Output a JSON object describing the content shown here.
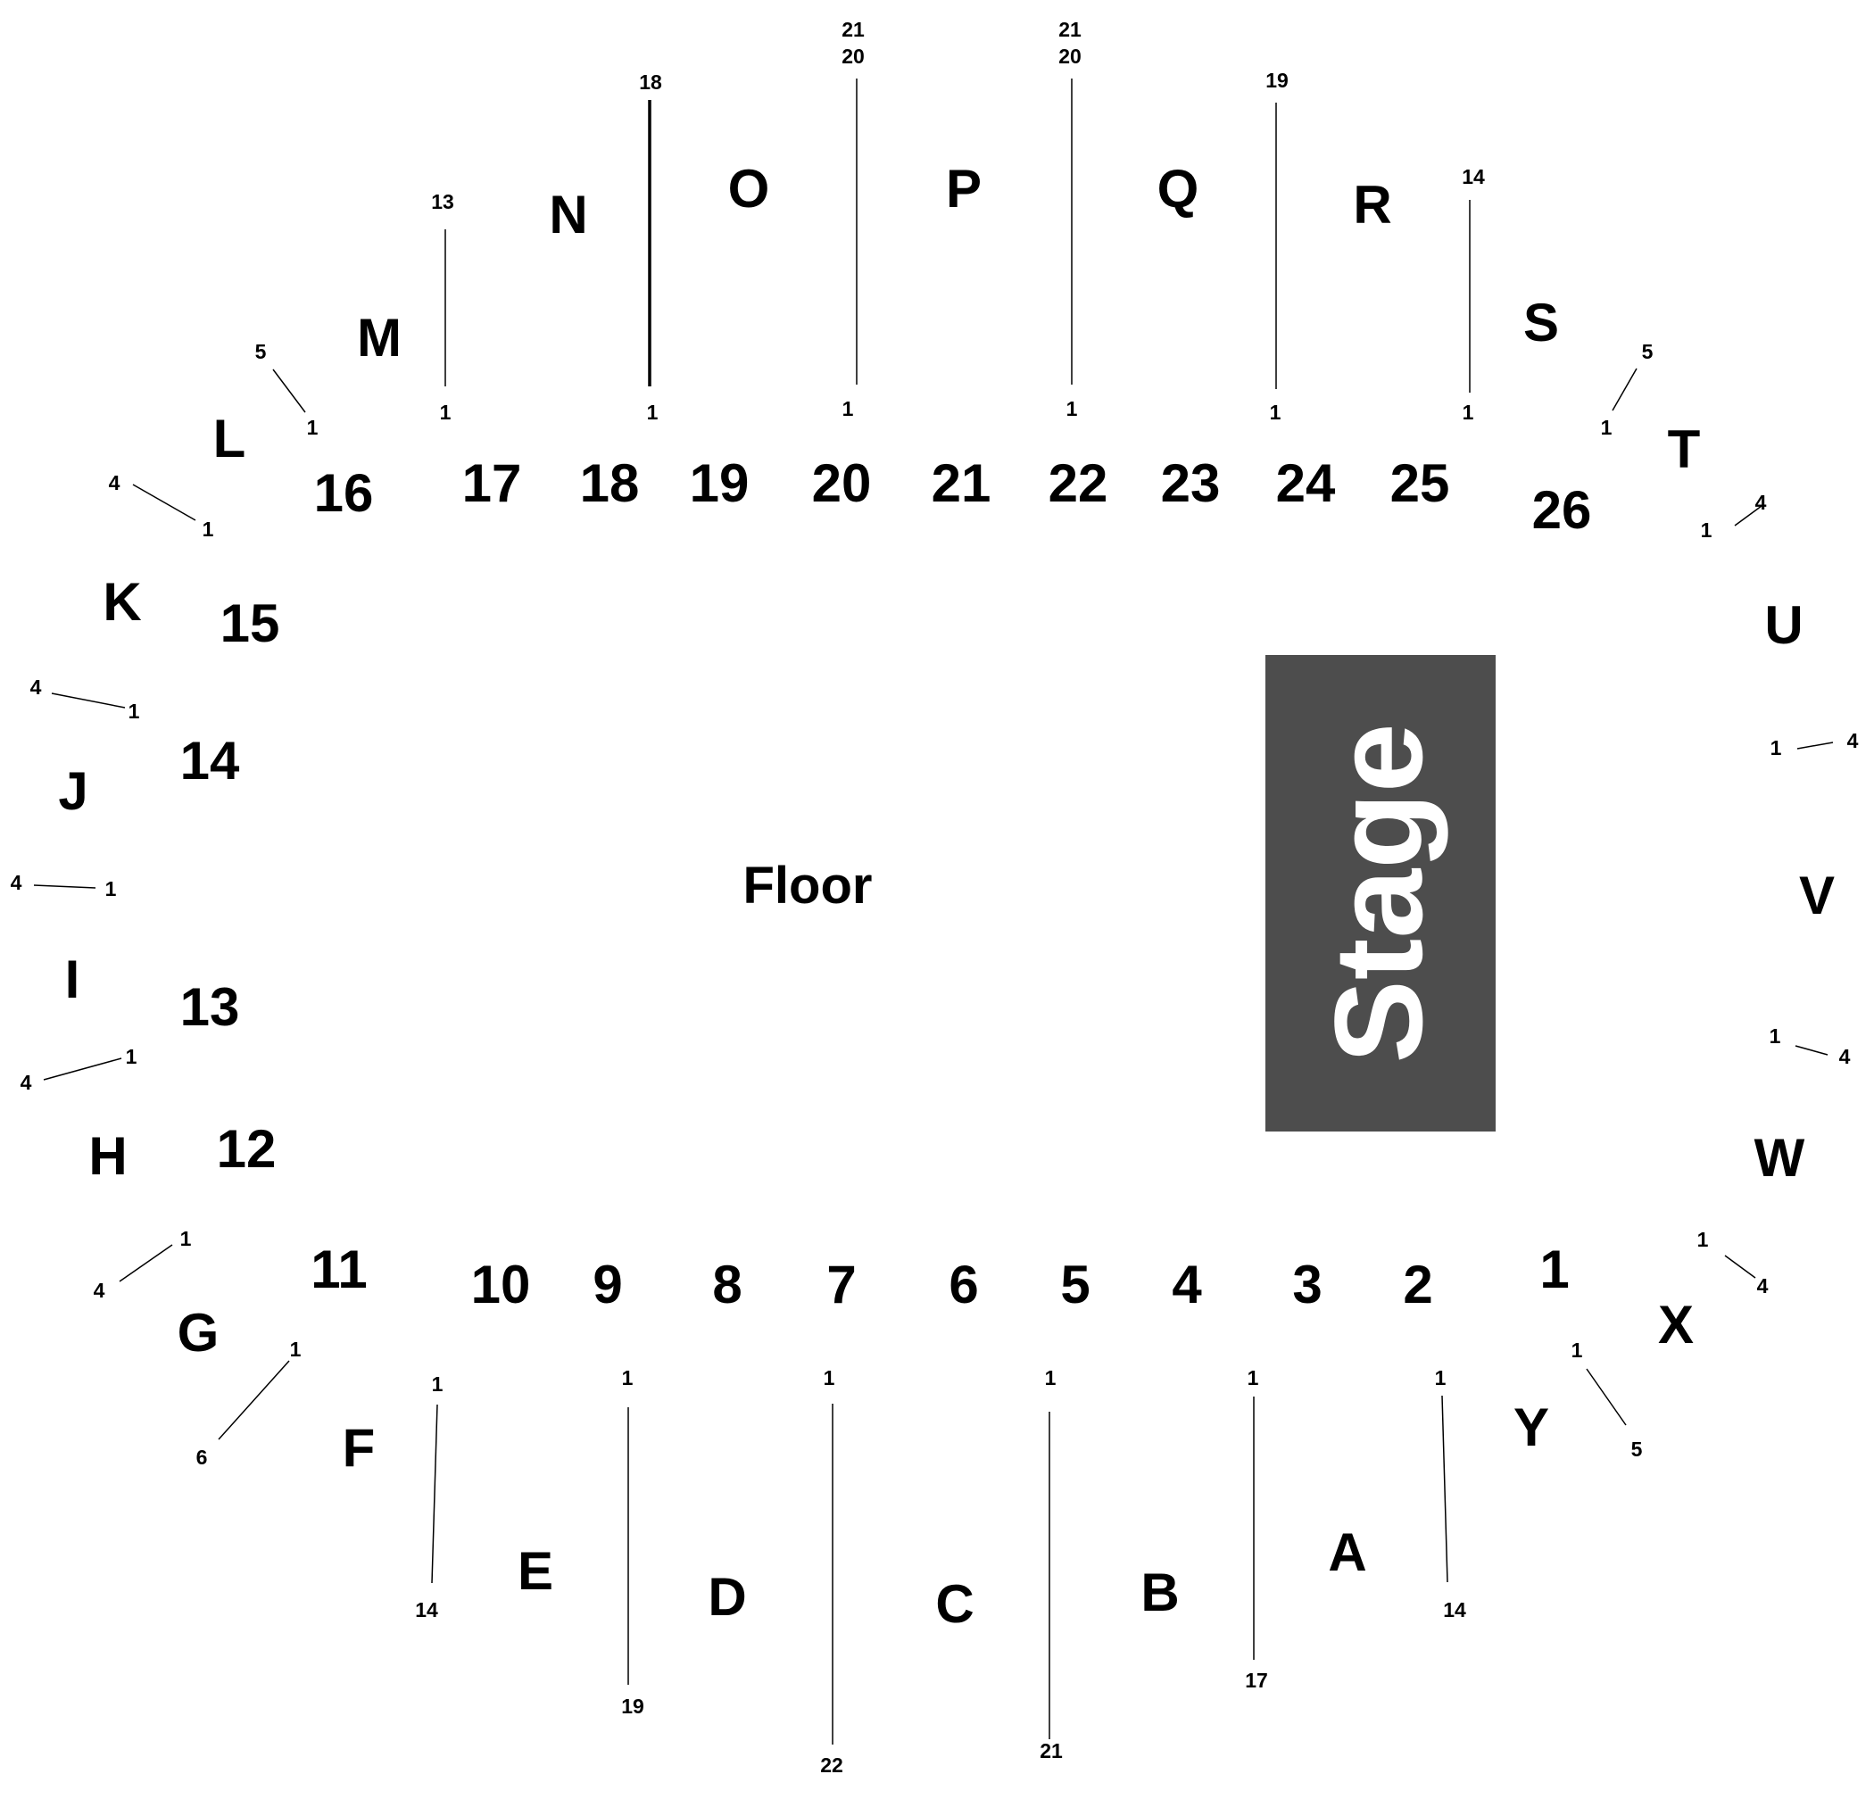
{
  "map": {
    "floor_label": "Floor",
    "stage_label": "Stage",
    "stage_color": "#4d4d4d",
    "upper_sections": {
      "A": "A",
      "B": "B",
      "C": "C",
      "D": "D",
      "E": "E",
      "F": "F",
      "G": "G",
      "H": "H",
      "I": "I",
      "J": "J",
      "K": "K",
      "L": "L",
      "M": "M",
      "N": "N",
      "O": "O",
      "P": "P",
      "Q": "Q",
      "R": "R",
      "S": "S",
      "T": "T",
      "U": "U",
      "V": "V",
      "W": "W",
      "X": "X",
      "Y": "Y"
    },
    "lower_sections": {
      "s1": "1",
      "s2": "2",
      "s3": "3",
      "s4": "4",
      "s5": "5",
      "s6": "6",
      "s7": "7",
      "s8": "8",
      "s9": "9",
      "s10": "10",
      "s11": "11",
      "s12": "12",
      "s13": "13",
      "s14": "14",
      "s15": "15",
      "s16": "16",
      "s17": "17",
      "s18": "18",
      "s19": "19",
      "s20": "20",
      "s21": "21",
      "s22": "22",
      "s23": "23",
      "s24": "24",
      "s25": "25",
      "s26": "26"
    },
    "row_markers": {
      "1": "1",
      "4": "4",
      "5": "5",
      "6": "6",
      "13": "13",
      "14": "14",
      "17": "17",
      "18": "18",
      "19": "19",
      "20": "20",
      "21": "21",
      "22": "22"
    }
  }
}
